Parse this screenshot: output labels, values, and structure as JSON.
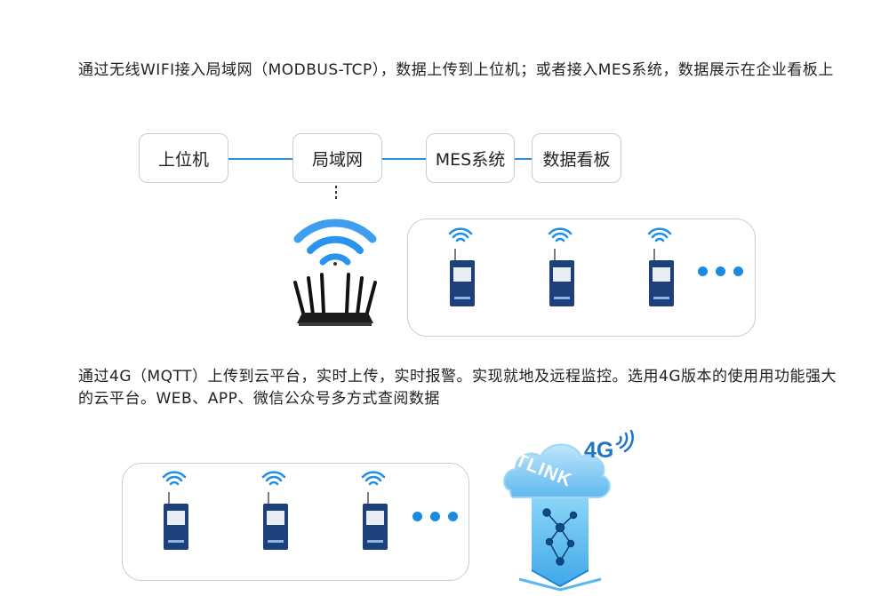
{
  "section1": {
    "text": "通过无线WIFI接入局域网（MODBUS-TCP），数据上传到上位机；或者接入MES系统，数据展示在企业看板上",
    "nodes": {
      "host": "上位机",
      "lan": "局域网",
      "mes": "MES系统",
      "board": "数据看板"
    }
  },
  "section2": {
    "text": "通过4G（MQTT）上传到云平台，实时上传，实时报警。实现就地及远程监控。选用4G版本的使用用功能强大的云平台。WEB、APP、微信公众号多方式查阅数据"
  },
  "cloud": {
    "brand": "TLINK",
    "network": "4G"
  },
  "colors": {
    "accent": "#2b8fd6",
    "dot": "#1a8be0",
    "device": "#1d3f7a",
    "wifi": "#1f8ee8"
  },
  "icons": [
    "router-icon",
    "wifi-icon",
    "device-icon",
    "cloud-icon",
    "signal-icon"
  ]
}
